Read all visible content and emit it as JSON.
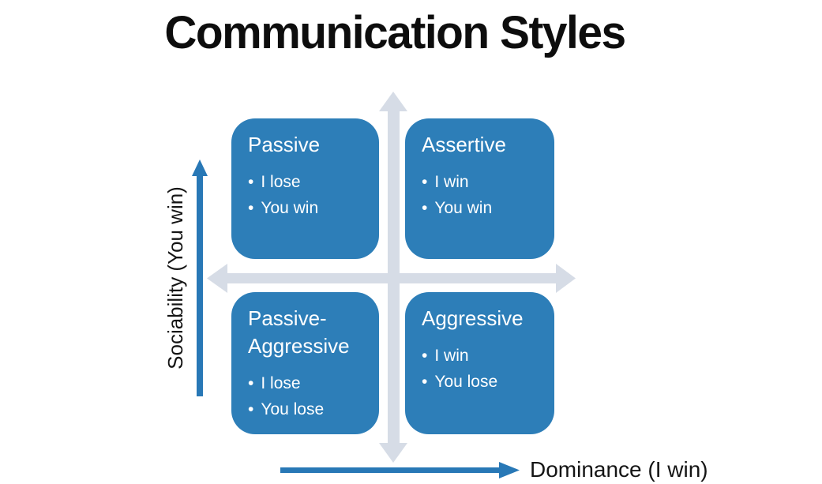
{
  "title": "Communication Styles",
  "bullet_glyph": "•",
  "y_axis": {
    "label": "Sociability (You win)"
  },
  "x_axis": {
    "label": "Dominance (I win)"
  },
  "quadrants": [
    {
      "title": "Passive",
      "bullets": [
        "I lose",
        "You win"
      ]
    },
    {
      "title": "Assertive",
      "bullets": [
        "I win",
        "You win"
      ]
    },
    {
      "title": "Passive-Aggressive",
      "bullets": [
        "I lose",
        "You lose"
      ]
    },
    {
      "title": "Aggressive",
      "bullets": [
        "I win",
        "You lose"
      ]
    }
  ],
  "colors": {
    "box_blue": "#2D7EB8",
    "axis_arrow_blue": "#2878B6",
    "cross_gray": "#D6DCE6",
    "title_text": "#0D0D0D",
    "box_text": "#FFFFFF"
  }
}
